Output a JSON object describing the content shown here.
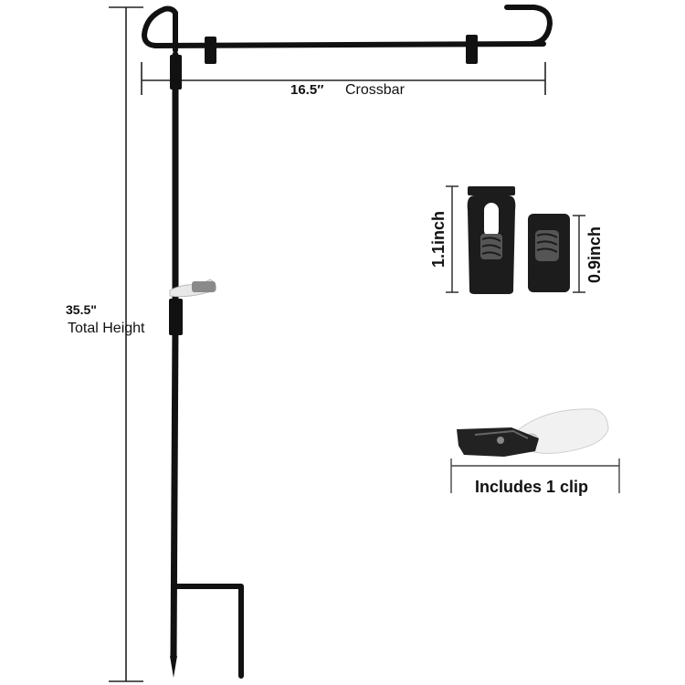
{
  "dimensions": {
    "crossbar": {
      "value": "16.5″",
      "label": "Crossbar"
    },
    "total_height": {
      "value": "35.5\"",
      "label": "Total Height"
    }
  },
  "stoppers": {
    "large_size": "1.1inch",
    "small_size": "0.9inch"
  },
  "clip": {
    "label": "Includes 1 clip"
  },
  "colors": {
    "pole": "#111111",
    "dimension_line": "#222222",
    "background": "#ffffff"
  }
}
